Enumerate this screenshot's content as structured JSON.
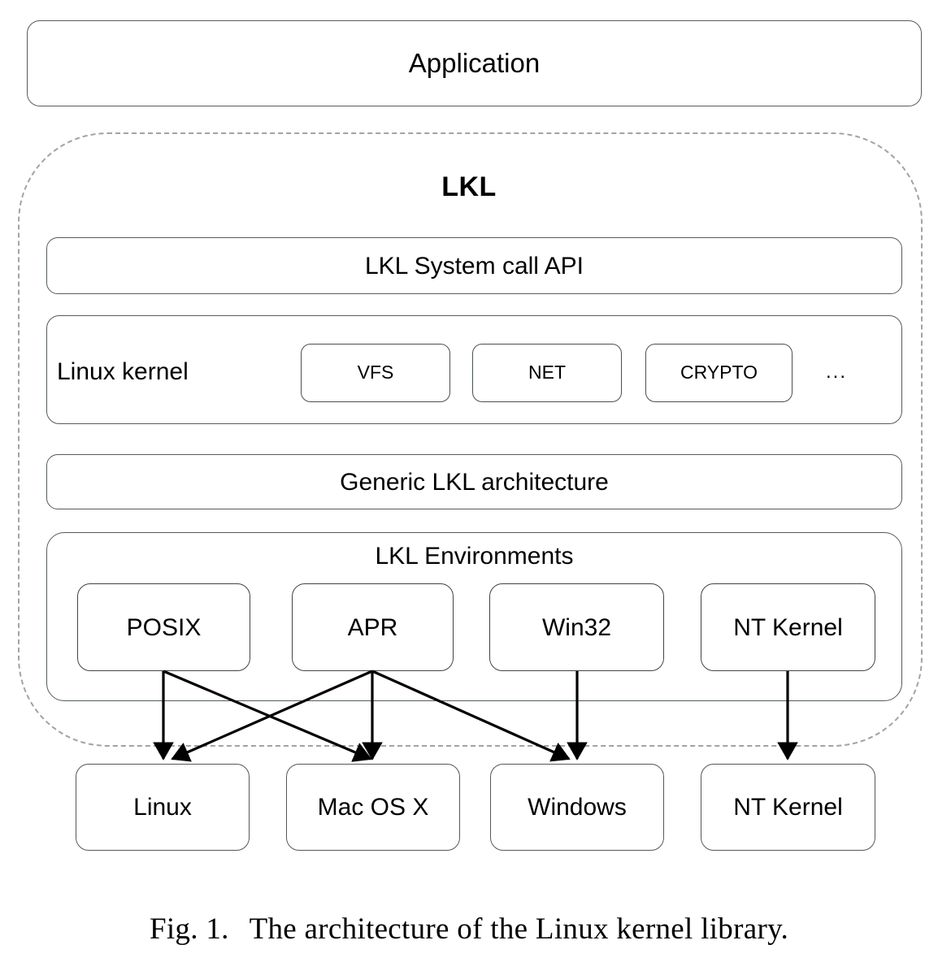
{
  "figure": {
    "caption_label": "Fig. 1.",
    "caption_text": "The architecture of the Linux kernel library.",
    "title": "LKL"
  },
  "application": {
    "label": "Application"
  },
  "lkl": {
    "title": "LKL",
    "syscall_api": "LKL System call API",
    "kernel": {
      "label": "Linux kernel",
      "subsystems": [
        {
          "label": "VFS"
        },
        {
          "label": "NET"
        },
        {
          "label": "CRYPTO"
        }
      ],
      "more": "..."
    },
    "generic_arch": "Generic LKL architecture",
    "environments": {
      "title": "LKL Environments",
      "items": [
        {
          "label": "POSIX"
        },
        {
          "label": "APR"
        },
        {
          "label": "Win32"
        },
        {
          "label": "NT Kernel"
        }
      ]
    }
  },
  "host_platforms": [
    {
      "label": "Linux"
    },
    {
      "label": "Mac OS X"
    },
    {
      "label": "Windows"
    },
    {
      "label": "NT Kernel"
    }
  ],
  "connections": [
    {
      "from": "POSIX",
      "to": "Linux"
    },
    {
      "from": "POSIX",
      "to": "Mac OS X"
    },
    {
      "from": "APR",
      "to": "Linux"
    },
    {
      "from": "APR",
      "to": "Mac OS X"
    },
    {
      "from": "APR",
      "to": "Windows"
    },
    {
      "from": "Win32",
      "to": "Windows"
    },
    {
      "from": "NT Kernel",
      "to": "NT Kernel"
    }
  ],
  "colors": {
    "box_border": "#555b5e",
    "dashed_border": "#9fa4a7",
    "arrow": "#000000",
    "background": "#ffffff"
  }
}
